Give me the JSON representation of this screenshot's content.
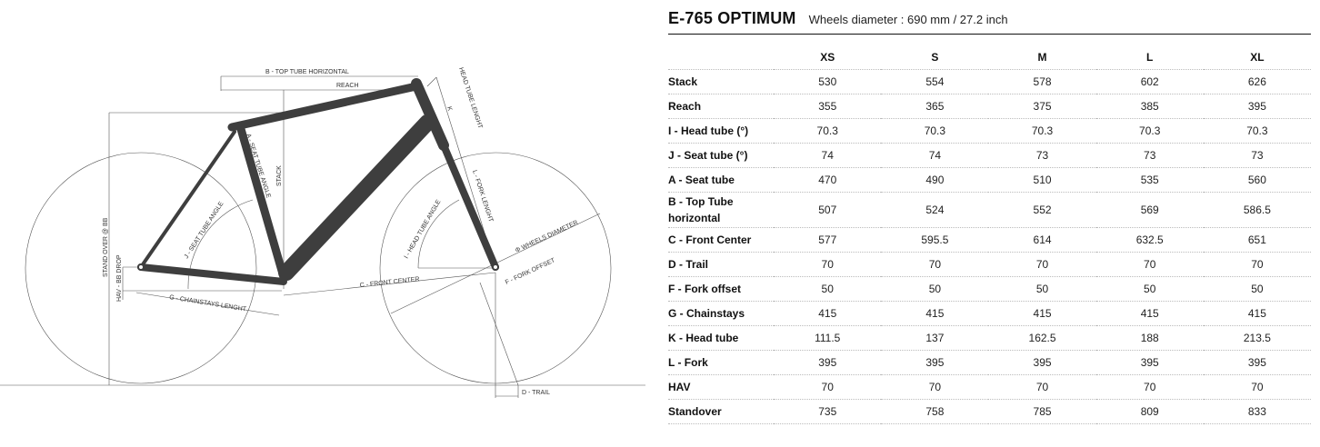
{
  "header": {
    "model": "E-765 OPTIMUM",
    "wheels": "Wheels diameter : 690 mm / 27.2 inch"
  },
  "table": {
    "columns": [
      "XS",
      "S",
      "M",
      "L",
      "XL"
    ],
    "rows": [
      {
        "label": "Stack",
        "values": [
          "530",
          "554",
          "578",
          "602",
          "626"
        ]
      },
      {
        "label": "Reach",
        "values": [
          "355",
          "365",
          "375",
          "385",
          "395"
        ]
      },
      {
        "label": "I - Head tube (°)",
        "values": [
          "70.3",
          "70.3",
          "70.3",
          "70.3",
          "70.3"
        ]
      },
      {
        "label": "J - Seat tube (°)",
        "values": [
          "74",
          "74",
          "73",
          "73",
          "73"
        ]
      },
      {
        "label": "A - Seat tube",
        "values": [
          "470",
          "490",
          "510",
          "535",
          "560"
        ]
      },
      {
        "label": "B - Top Tube horizontal",
        "values": [
          "507",
          "524",
          "552",
          "569",
          "586.5"
        ]
      },
      {
        "label": "C - Front Center",
        "values": [
          "577",
          "595.5",
          "614",
          "632.5",
          "651"
        ]
      },
      {
        "label": "D - Trail",
        "values": [
          "70",
          "70",
          "70",
          "70",
          "70"
        ]
      },
      {
        "label": "F - Fork offset",
        "values": [
          "50",
          "50",
          "50",
          "50",
          "50"
        ]
      },
      {
        "label": "G - Chainstays",
        "values": [
          "415",
          "415",
          "415",
          "415",
          "415"
        ]
      },
      {
        "label": "K - Head tube",
        "values": [
          "111.5",
          "137",
          "162.5",
          "188",
          "213.5"
        ]
      },
      {
        "label": "L - Fork",
        "values": [
          "395",
          "395",
          "395",
          "395",
          "395"
        ]
      },
      {
        "label": "HAV",
        "values": [
          "70",
          "70",
          "70",
          "70",
          "70"
        ]
      },
      {
        "label": "Standover",
        "values": [
          "735",
          "758",
          "785",
          "809",
          "833"
        ]
      }
    ]
  },
  "diagram": {
    "top_tube": "B - TOP TUBE HORIZONTAL",
    "reach": "REACH",
    "stack": "STACK",
    "seat_tube": "A - SEAT TUBE ANGLE",
    "seat_angle": "J - SEAT TUBE ANGLE",
    "standover": "STAND OVER @ BB",
    "bb_drop": "HAV - BB DROP",
    "chainstays": "G - CHAINSTAYS LENGHT",
    "front_center": "C - FRONT CENTER",
    "head_tube_length": "HEAD TUBE LENGHT",
    "k": "K",
    "fork_length": "L - FORK LENGHT",
    "head_angle": "I - HEAD TUBE ANGLE",
    "wheel_diameter": "Φ WHEELS DIAMETER",
    "fork_offset": "F - FORK OFFSET",
    "trail": "D - TRAIL"
  }
}
